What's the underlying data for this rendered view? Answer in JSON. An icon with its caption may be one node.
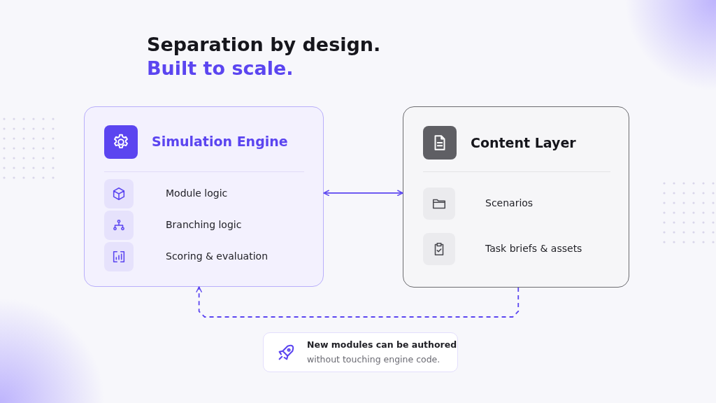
{
  "diagram": {
    "title": "Separation by design.",
    "nodes": [
      {
        "text": [
          "Simulation Engine"
        ]
      },
      {
        "text": [
          "Module logic"
        ],
        "in": 0
      },
      {
        "text": [
          "Branching logic"
        ],
        "in": 0
      },
      {
        "text": [
          "Scoring & evaluation"
        ],
        "in": 0
      },
      {
        "text": [
          "Content Layer"
        ]
      },
      {
        "text": [
          "Scenarios"
        ],
        "in": 4
      },
      {
        "text": [
          "Task briefs & assets"
        ],
        "in": 4
      },
      {
        "text": [
          "New modules can be authored",
          "without touching engine code."
        ]
      }
    ],
    "edges": [
      {
        "from": 0,
        "to": 4,
        "arrow": "both"
      },
      {
        "from": 4,
        "to": 0,
        "arrow": "to",
        "style": "dashed"
      }
    ],
    "labels": [
      "Built to scale."
    ]
  }
}
